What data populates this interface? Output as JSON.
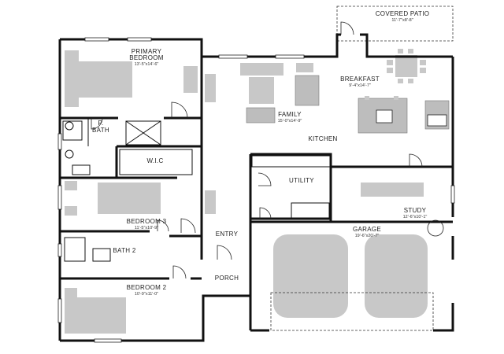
{
  "rooms": {
    "covered_patio": {
      "name": "COVERED PATIO",
      "dim": "11'-7\"x8'-8\""
    },
    "primary_bedroom": {
      "name1": "PRIMARY",
      "name2": "BEDROOM",
      "dim": "13'-5\"x14'-6\""
    },
    "breakfast": {
      "name": "BREAKFAST",
      "dim": "9'-4\"x14'-7\""
    },
    "family": {
      "name": "FAMILY",
      "dim": "15'-0\"x14'-9\""
    },
    "kitchen": {
      "name": "KITCHEN"
    },
    "p_bath": {
      "name1": "P.",
      "name2": "BATH"
    },
    "wic": {
      "name": "W.I.C"
    },
    "utility": {
      "name": "UTILITY"
    },
    "study": {
      "name": "STUDY",
      "dim": "12'-6\"x10'-1\""
    },
    "bedroom3": {
      "name": "BEDROOM 3",
      "dim": "11'-5\"x10'-9\""
    },
    "garage": {
      "name": "GARAGE",
      "dim": "19'-6\"x20'-7\""
    },
    "entry": {
      "name": "ENTRY"
    },
    "bath2": {
      "name": "BATH 2"
    },
    "porch": {
      "name": "PORCH"
    },
    "bedroom2": {
      "name": "BEDROOM 2",
      "dim": "10'-9\"x11'-0\""
    }
  }
}
